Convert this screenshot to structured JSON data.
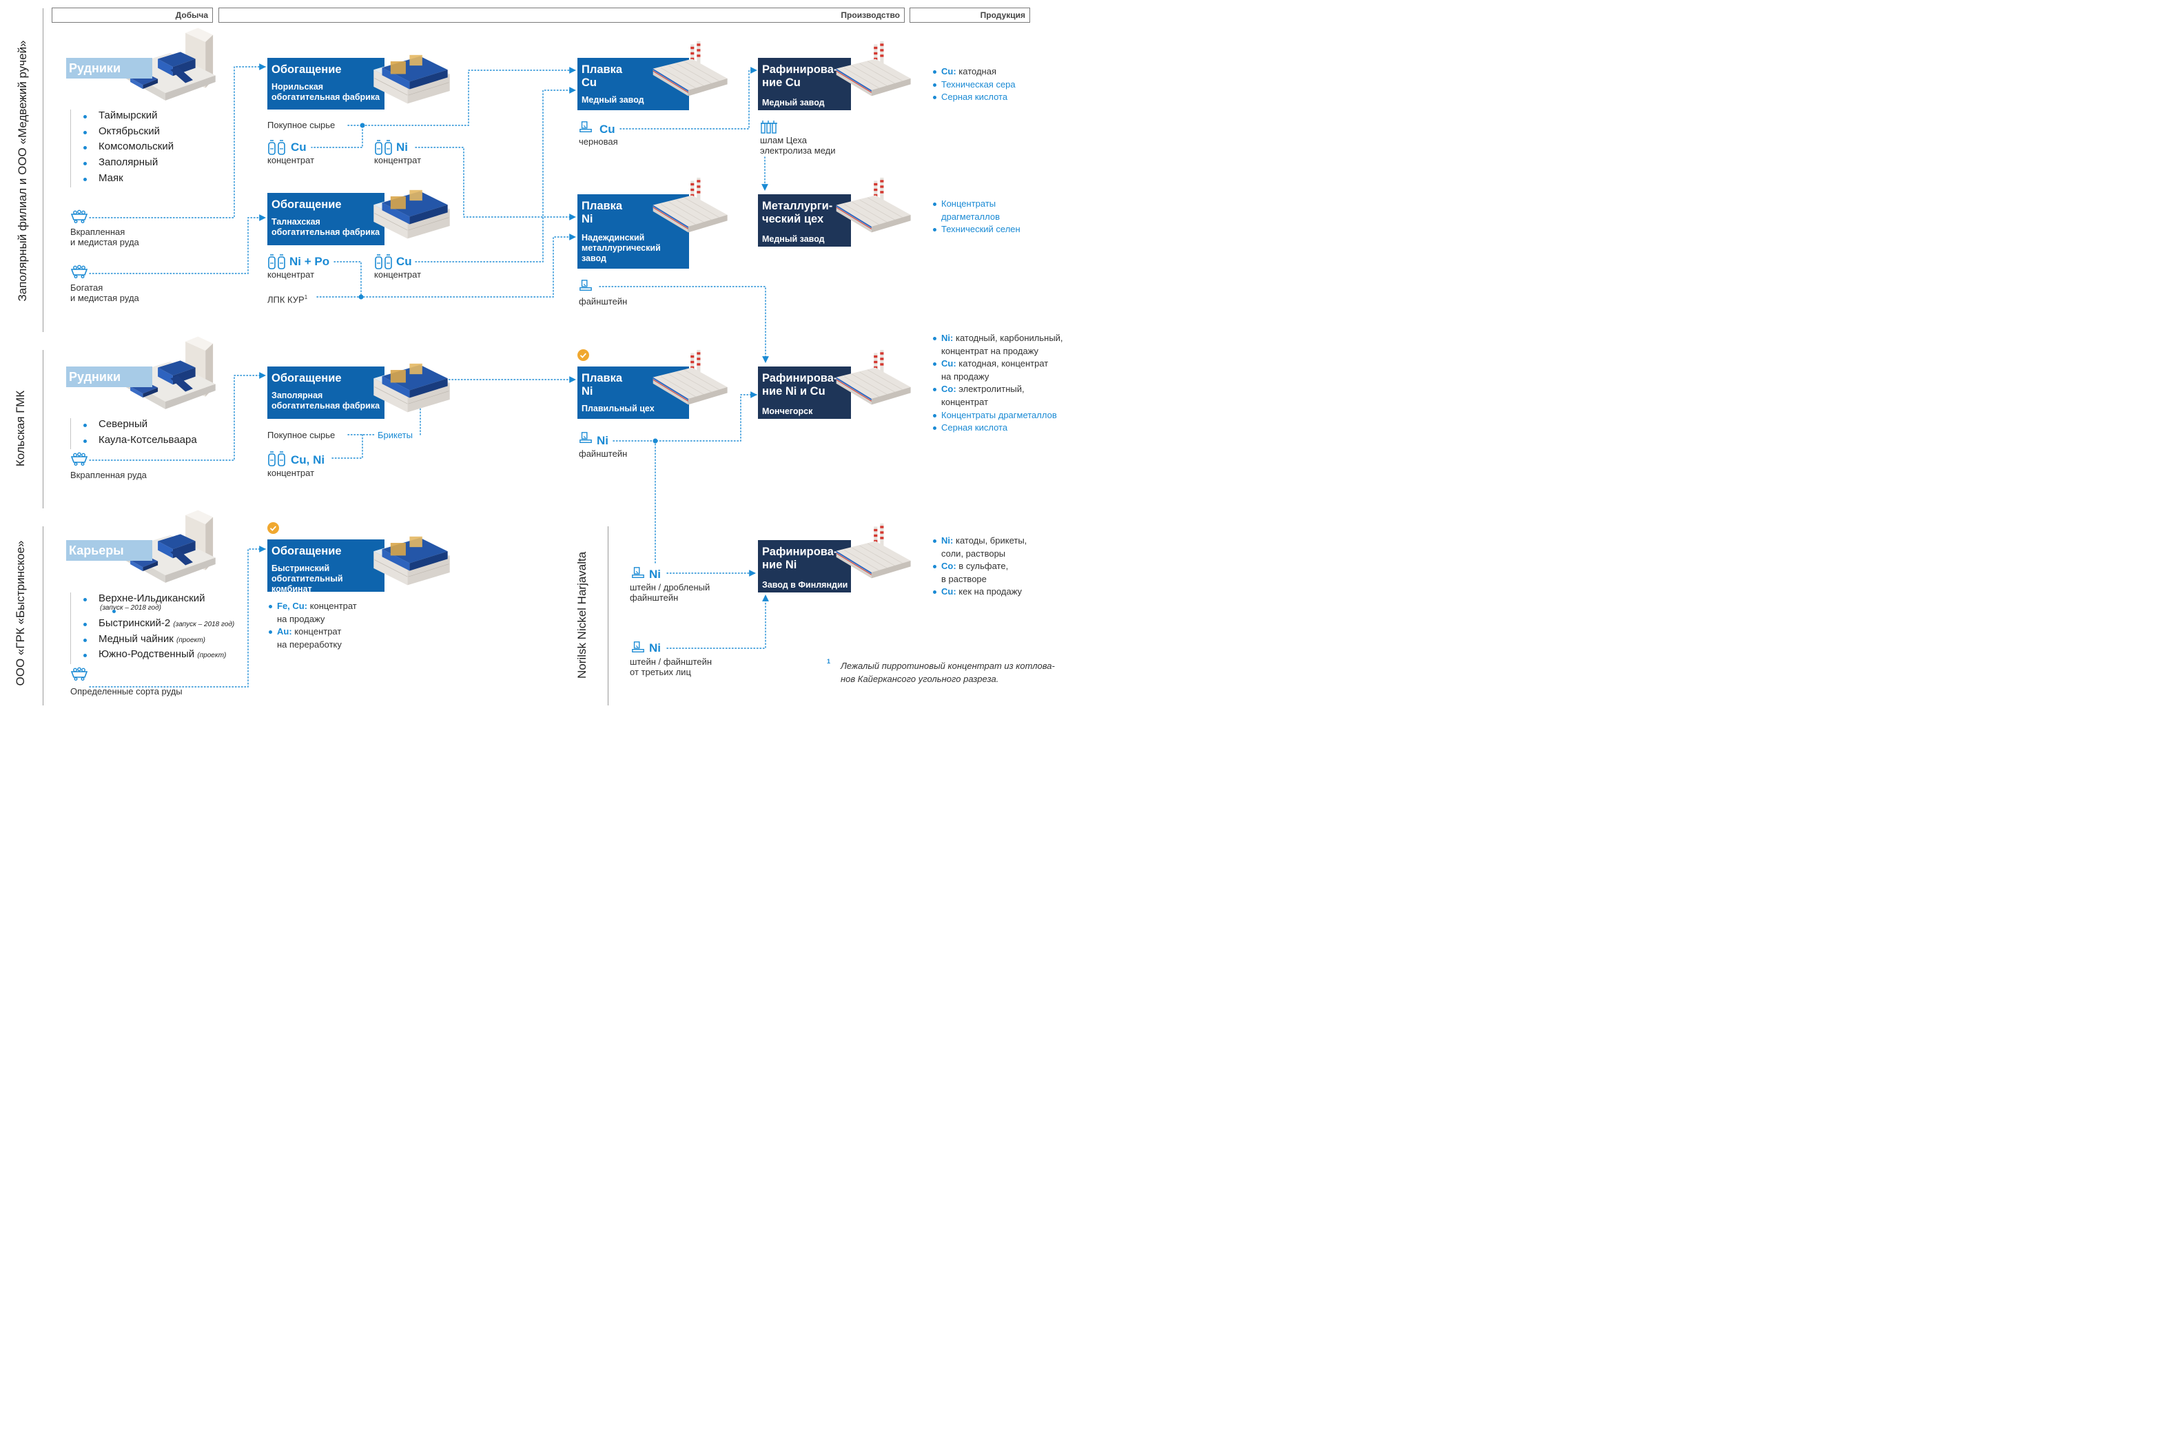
{
  "headers": {
    "mining": "Добыча",
    "production": "Производство",
    "products": "Продукция"
  },
  "entities": {
    "zf": "Заполярный филиал и ООО «Медвежий ручей»",
    "kola": "Кольская ГМК",
    "bystr": "ООО «ГРК «Быстринское»",
    "harj": "Norilsk Nickel Harjavalta"
  },
  "zf": {
    "mines_label": "Рудники",
    "mines": [
      "Таймырский",
      "Октябрьский",
      "Комсомольский",
      "Заполярный",
      "Маяк"
    ],
    "ore1": [
      "Вкрапленная",
      "и медистая руда"
    ],
    "ore2": [
      "Богатая",
      "и медистая руда"
    ],
    "enr1": {
      "title": "Обогащение",
      "sub": [
        "Норильская",
        "обогатительная фабрика"
      ]
    },
    "purchased": "Покупное сырье",
    "cu_conc": {
      "el": "Cu",
      "label": "концентрат"
    },
    "ni_conc": {
      "el": "Ni",
      "label": "концентрат"
    },
    "enr2": {
      "title": "Обогащение",
      "sub": [
        "Талнахская",
        "обогатительная фабрика"
      ]
    },
    "nipo_conc": {
      "el": "Ni + Po",
      "label": "концентрат"
    },
    "cu_conc2": {
      "el": "Cu",
      "label": "концентрат"
    },
    "lpk": "ЛПК КУР",
    "lpk_sup": "1"
  },
  "smelt_cu": {
    "title": [
      "Плавка",
      "Cu"
    ],
    "sub": "Медный завод"
  },
  "blister": {
    "el": "Cu",
    "label": "черновая"
  },
  "refine_cu": {
    "title": [
      "Рафинирова-",
      "ние Cu"
    ],
    "sub": "Медный завод"
  },
  "slime": [
    "шлам Цеха",
    "электролиза меди"
  ],
  "smelt_ni_n": {
    "title": [
      "Плавка",
      "Ni"
    ],
    "sub": [
      "Надеждинский",
      "металлургический",
      "завод"
    ]
  },
  "matte1": "файнштейн",
  "metal_shop": {
    "title": [
      "Металлурги-",
      "ческий цех"
    ],
    "sub": "Медный завод"
  },
  "kola": {
    "mines_label": "Рудники",
    "mines": [
      "Северный",
      "Каула-Котсельваара"
    ],
    "ore": "Вкрапленная руда",
    "enr": {
      "title": "Обогащение",
      "sub": [
        "Заполярная",
        "обогатительная фабрика"
      ]
    },
    "purchased": "Покупное сырье",
    "briquettes": "Брикеты",
    "cuni_conc": {
      "el": "Cu, Ni",
      "label": "концентрат"
    }
  },
  "smelt_ni_k": {
    "title": [
      "Плавка",
      "Ni"
    ],
    "sub": "Плавильный цех"
  },
  "matte2": {
    "el": "Ni",
    "label": "файнштейн"
  },
  "refine_nicu": {
    "title": [
      "Рафинирова-",
      "ние Ni и Cu"
    ],
    "sub": "Мончегорск"
  },
  "bystr": {
    "quarries_label": "Карьеры",
    "quarries": [
      {
        "name": "Верхне-Ильдиканский",
        "note": "(запуск – 2018 год)"
      },
      {
        "name": "Быстринский-2",
        "note": "(запуск – 2018 год)"
      },
      {
        "name": "Медный чайник",
        "note": "(проект)"
      },
      {
        "name": "Южно-Родственный",
        "note": "(проект)"
      }
    ],
    "ore": "Определенные сорта руды",
    "enr": {
      "title": "Обогащение",
      "sub": [
        "Быстринский",
        "обогатительный комбинат"
      ]
    },
    "products": [
      {
        "el": "Fe, Cu:",
        "text": "концентрат",
        "text2": "на продажу"
      },
      {
        "el": "Au:",
        "text": "концентрат",
        "text2": "на переработку"
      }
    ]
  },
  "harj": {
    "in1": {
      "el": "Ni",
      "label": [
        "штейн / дробленый",
        "файнштейн"
      ]
    },
    "in2": {
      "el": "Ni",
      "label": [
        "штейн / файнштейн",
        "от третьих лиц"
      ]
    },
    "refine": {
      "title": [
        "Рафинирова-",
        "ние Ni"
      ],
      "sub": "Завод в Финляндии"
    }
  },
  "products": {
    "cu": [
      {
        "bold": "Cu:",
        "text": "катодная"
      },
      {
        "bold": "",
        "text": "Техническая сера",
        "blue": true
      },
      {
        "bold": "",
        "text": "Серная кислота",
        "blue": true
      }
    ],
    "metal": [
      {
        "text": "Концентраты",
        "blue": true
      },
      {
        "text": "драгметаллов",
        "blue": true,
        "cont": true
      },
      {
        "text": "Технический селен",
        "blue": true
      }
    ],
    "nicu": [
      {
        "bold": "Ni:",
        "text": "катодный, карбонильный,"
      },
      {
        "text": "концентрат на продажу",
        "cont": true
      },
      {
        "bold": "Cu:",
        "text": "катодная, концентрат"
      },
      {
        "text": "на продажу",
        "cont": true
      },
      {
        "bold": "Co:",
        "text": "электролитный,"
      },
      {
        "text": "концентрат",
        "cont": true
      },
      {
        "text": "Концентраты драгметаллов",
        "blue": true
      },
      {
        "text": "Серная кислота",
        "blue": true
      }
    ],
    "ni_fin": [
      {
        "bold": "Ni:",
        "text": "катоды, брикеты,"
      },
      {
        "text": "соли, растворы",
        "cont": true
      },
      {
        "bold": "Co:",
        "text": "в сульфате,"
      },
      {
        "text": "в растворе",
        "cont": true
      },
      {
        "bold": "Cu:",
        "text": "кек на продажу"
      }
    ]
  },
  "footnote": {
    "mark": "1",
    "lines": [
      "Лежалый пирротиновый концентрат из котлова-",
      "нов Кайеркансого угольного разреза."
    ]
  },
  "colors": {
    "blue": "#0e64ad",
    "navy": "#1e3558",
    "accent": "#1a8ad4",
    "light": "#a7cbe7",
    "check": "#f0a830"
  }
}
